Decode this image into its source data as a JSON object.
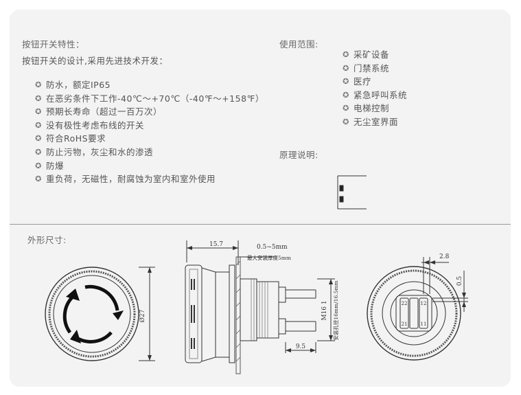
{
  "features": {
    "title": "按钮开关特性：",
    "intro": "按钮开关的设计,采用先进技术开发：",
    "items": [
      "防水，额定IP65",
      "在恶劣条件下工作-40℃～+70℃（-40℉～+158℉）",
      "预期长寿命（超过一百万次）",
      "没有极性考虑布线的开关",
      "符合RoHS要求",
      "防止污物，灰尘和水的渗透",
      "防爆",
      "重负荷，无磁性，耐腐蚀为室内和室外使用"
    ]
  },
  "applications": {
    "title": "使用范围:",
    "items": [
      "采矿设备",
      "门禁系统",
      "医疗",
      "紧急呼叫系统",
      "电梯控制",
      "无尘室界面"
    ]
  },
  "principle": {
    "title": "原理说明:"
  },
  "dimensions": {
    "title": "外形尺寸:",
    "front_diameter": "Ø27",
    "side_length": "15.7",
    "panel_thickness": "0.5~5mm",
    "panel_note": "最大安装厚度5mm",
    "thread": "M16  1",
    "mount_hole": "安装孔径16mm/16.5mm",
    "terminal_length": "9.5",
    "pin_width": "2.8",
    "pin_thickness": "0.5",
    "terminal_labels": [
      "22",
      "12",
      "21",
      "11"
    ]
  },
  "colors": {
    "card": "#f3f3f3",
    "text": "#555555",
    "line": "#999999"
  }
}
